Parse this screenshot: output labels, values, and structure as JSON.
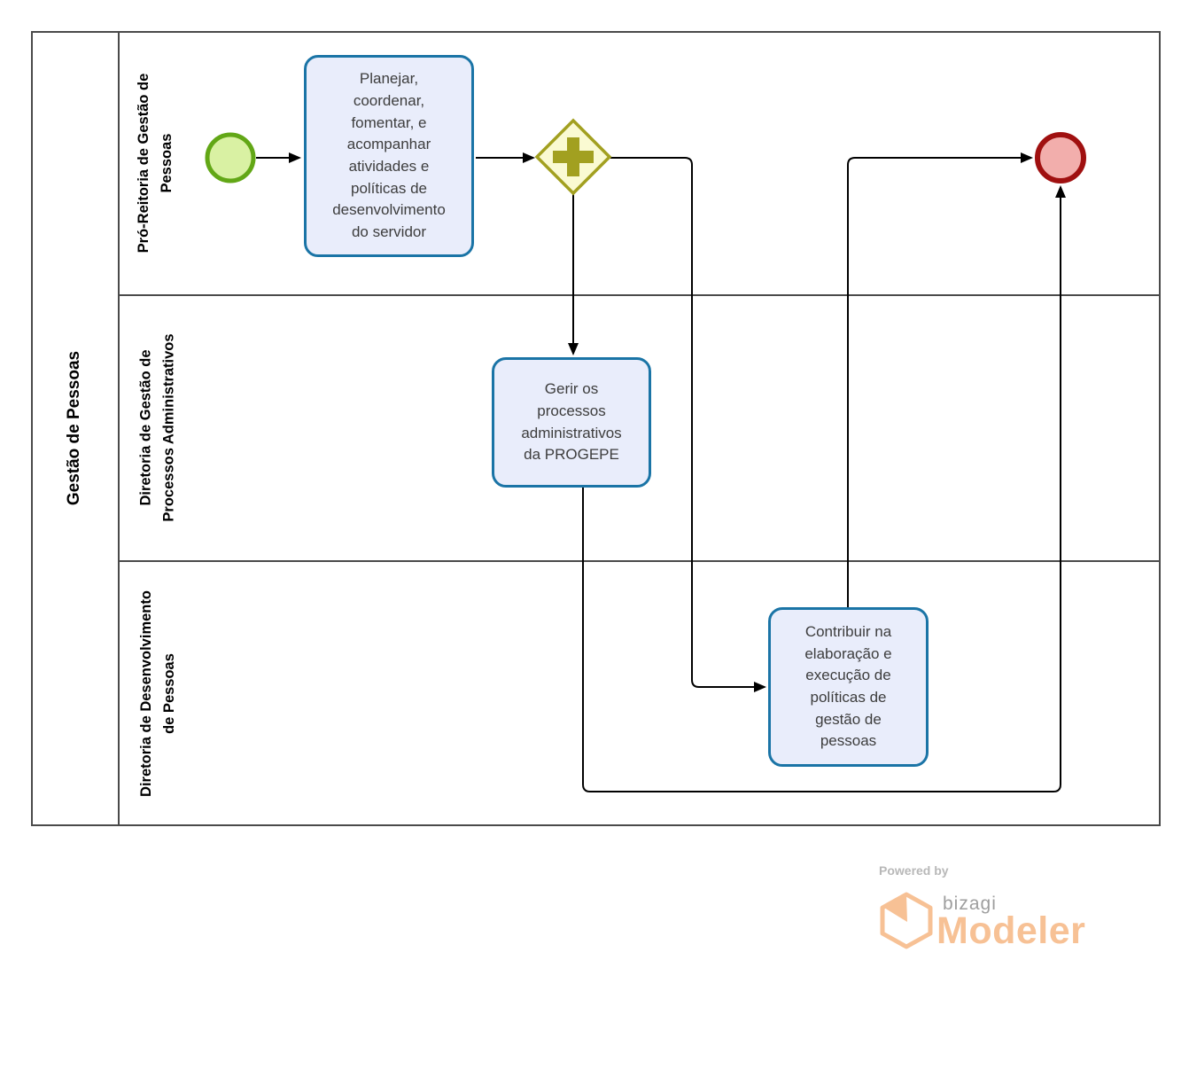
{
  "colors": {
    "pool_border": "#4a4a4a",
    "label_text": "#000000",
    "flow_line": "#000000",
    "task_fill": "#e9edfb",
    "task_border": "#1a74a6",
    "task_text": "#3d3d3d",
    "gateway_fill": "#fafad2",
    "gateway_border": "#a2a020",
    "start_fill": "#d9f1a3",
    "start_border": "#62a716",
    "end_fill": "#f2aeac",
    "end_border": "#a01010",
    "logo_orange": "#f7c195",
    "logo_gray": "#9e9e9e",
    "logo_gray_light": "#b8b8b8"
  },
  "pool": {
    "label": "Gestão de Pessoas"
  },
  "lanes": [
    {
      "label_lines": [
        "Pró-Reitoria de Gestão de",
        "Pessoas"
      ]
    },
    {
      "label_lines": [
        "Diretoria de Gestão de",
        "Processos Administrativos"
      ]
    },
    {
      "label_lines": [
        "Diretoria de Desenvolvimento",
        "de Pessoas"
      ]
    }
  ],
  "nodes": {
    "start_event": {
      "type": "start-event"
    },
    "parallel_gateway": {
      "type": "parallel-gateway"
    },
    "end_event": {
      "type": "end-event"
    },
    "task_planejar": {
      "label_lines": [
        "Planejar,",
        "coordenar,",
        "fomentar, e",
        "acompanhar",
        "atividades e",
        "políticas de",
        "desenvolvimento",
        "do servidor"
      ]
    },
    "task_gerir": {
      "label_lines": [
        "Gerir os",
        "processos",
        "administrativos",
        "da PROGEPE"
      ]
    },
    "task_contribuir": {
      "label_lines": [
        "Contribuir na",
        "elaboração e",
        "execução de",
        "políticas de",
        "gestão de",
        "pessoas"
      ]
    }
  },
  "footer": {
    "powered_by": "Powered by",
    "brand": "bizagi",
    "product": "Modeler"
  }
}
